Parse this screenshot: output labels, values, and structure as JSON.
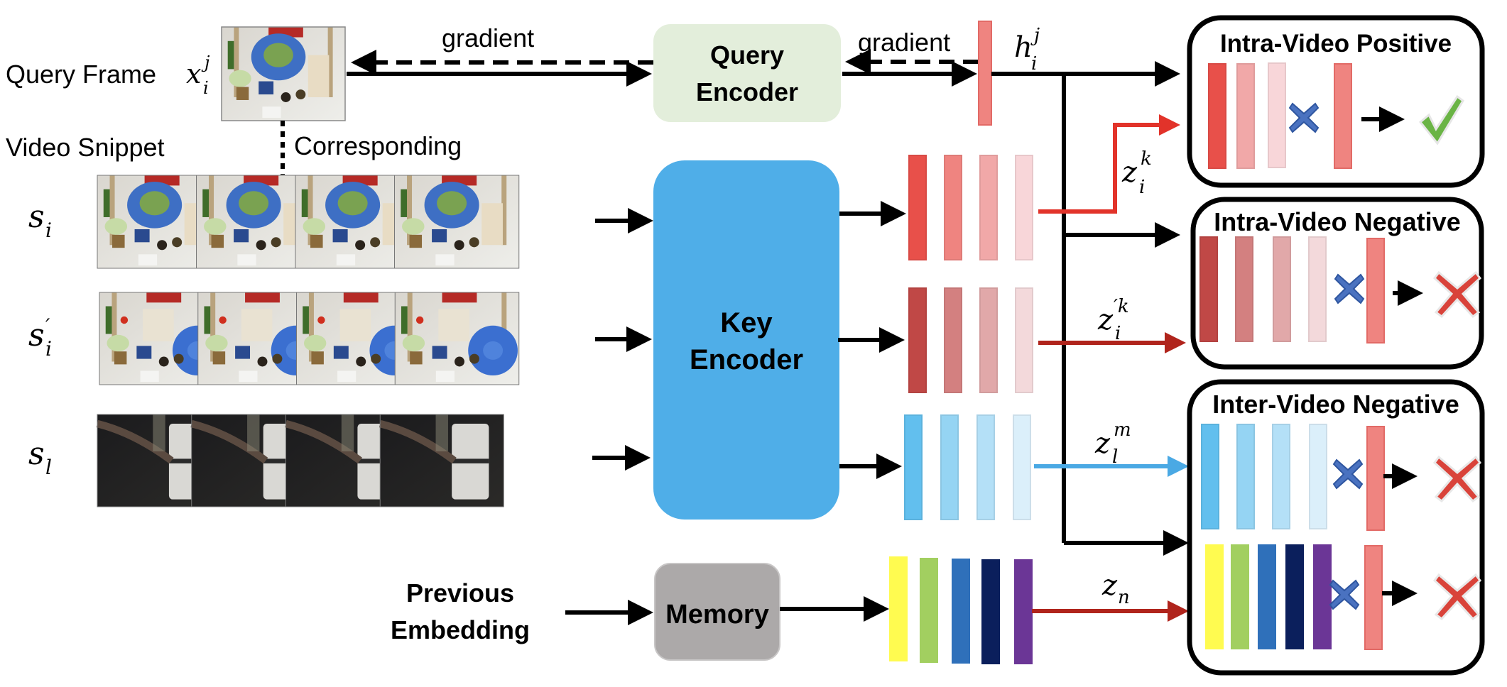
{
  "labels": {
    "query_frame": "Query Frame",
    "query_frame_symbol": "x",
    "query_frame_sub": "i",
    "query_frame_sup": "j",
    "video_snippet": "Video Snippet",
    "corresponding": "Corresponding",
    "gradient_left": "gradient",
    "gradient_right": "gradient",
    "previous_embedding_line1": "Previous",
    "previous_embedding_line2": "Embedding"
  },
  "snippets": [
    {
      "symbol": "s",
      "sub": "i",
      "prime": "",
      "scene": "kitchen-salad"
    },
    {
      "symbol": "s",
      "sub": "i",
      "prime": "′",
      "scene": "kitchen-bowl"
    },
    {
      "symbol": "s",
      "sub": "l",
      "prime": "",
      "scene": "coffee-machine"
    }
  ],
  "encoders": {
    "query": {
      "line1": "Query",
      "line2": "Encoder",
      "color": "#e3eedb"
    },
    "key": {
      "line1": "Key",
      "line2": "Encoder",
      "color": "#4faee8"
    },
    "memory": {
      "line1": "Memory",
      "color": "#aca9a9"
    }
  },
  "embeddings": {
    "h": {
      "symbol": "h",
      "sub": "i",
      "sup": "j"
    },
    "zk": {
      "symbol": "z",
      "sub": "i",
      "sup": "k"
    },
    "zpk": {
      "symbol": "z",
      "sub": "i",
      "sup": "′k"
    },
    "zm": {
      "symbol": "z",
      "sub": "l",
      "sup": "m"
    },
    "zn": {
      "symbol": "z",
      "sub": "n",
      "sup": ""
    }
  },
  "outcomes": [
    {
      "title": "Intra-Video Positive",
      "result": "check"
    },
    {
      "title": "Intra-Video Negative",
      "result": "cross"
    },
    {
      "title": "Inter-Video Negative",
      "result": "cross"
    }
  ],
  "colors": {
    "query_embed": "#ef8480",
    "pos_bars": [
      "#e8504a",
      "#ef8480",
      "#f1a8a8",
      "#f8d6d9"
    ],
    "neg_bars": [
      "#c04846",
      "#d38080",
      "#e1a8a9",
      "#f3d9db"
    ],
    "inter_bars": [
      "#62bfee",
      "#95d4f3",
      "#b4e0f7",
      "#dbeffa"
    ],
    "memory_bars": [
      "#fffb50",
      "#a2cf60",
      "#2f70ba",
      "#0b1f5c",
      "#6b3696"
    ],
    "red_arrow": "#e2332a",
    "dark_red_arrow": "#b0241c",
    "blue_arrow": "#4aa9e4",
    "multiply": "#4a72c0",
    "check": "#6ab445",
    "cross": "#d9433a"
  }
}
